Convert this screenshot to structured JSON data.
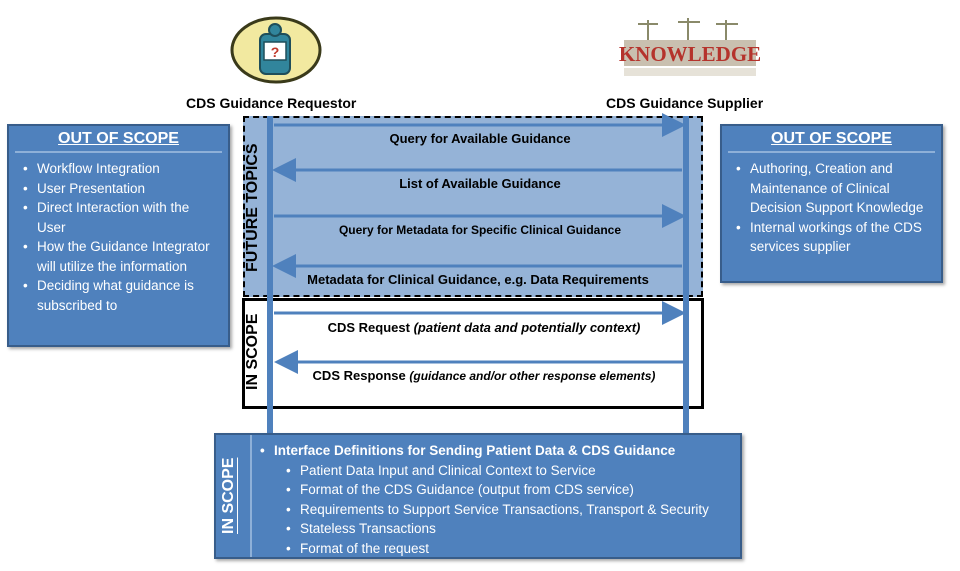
{
  "actors": {
    "requestor_label": "CDS Guidance Requestor",
    "supplier_label": "CDS Guidance Supplier",
    "knowledge_logo_text": "KNOWLEDGE",
    "requestor_icon_glyph": "?"
  },
  "left_out_of_scope": {
    "title": "OUT OF SCOPE",
    "items": [
      "Workflow Integration",
      "User Presentation",
      "Direct Interaction with the User",
      "How the Guidance Integrator will utilize the information",
      "Deciding what guidance is subscribed to"
    ]
  },
  "right_out_of_scope": {
    "title": "OUT OF SCOPE",
    "items": [
      "Authoring, Creation and Maintenance of Clinical Decision Support Knowledge",
      "Internal workings of the CDS services supplier"
    ]
  },
  "future_topics": {
    "label": "FUTURE TOPICS",
    "messages": [
      {
        "text": "Query for Available Guidance",
        "direction": "right"
      },
      {
        "text": "List of Available Guidance",
        "direction": "left"
      },
      {
        "text": "Query for Metadata for Specific Clinical Guidance",
        "direction": "right"
      },
      {
        "text": "Metadata for Clinical Guidance, e.g. Data Requirements",
        "direction": "left"
      }
    ]
  },
  "in_scope_exchange": {
    "label": "IN SCOPE",
    "request": {
      "prefix": "CDS Request",
      "detail": "(patient data and potentially context)",
      "suffix": ""
    },
    "response": {
      "prefix": "CDS Response",
      "detail": "(guidance and/or other response elements)",
      "suffix": ""
    }
  },
  "in_scope_definitions": {
    "label": "IN SCOPE",
    "heading": "Interface Definitions for Sending Patient Data & CDS Guidance",
    "items": [
      "Patient Data Input and Clinical Context to Service",
      "Format of the CDS Guidance (output from CDS service)",
      "Requirements to Support Service Transactions, Transport & Security",
      "Stateless Transactions",
      "Format of the request"
    ]
  },
  "colors": {
    "box_blue": "#4f81bd",
    "box_border": "#385d8a",
    "future_band": "#95b3d7",
    "lifeline": "#4f81bd",
    "logo_red": "#b5332c"
  }
}
